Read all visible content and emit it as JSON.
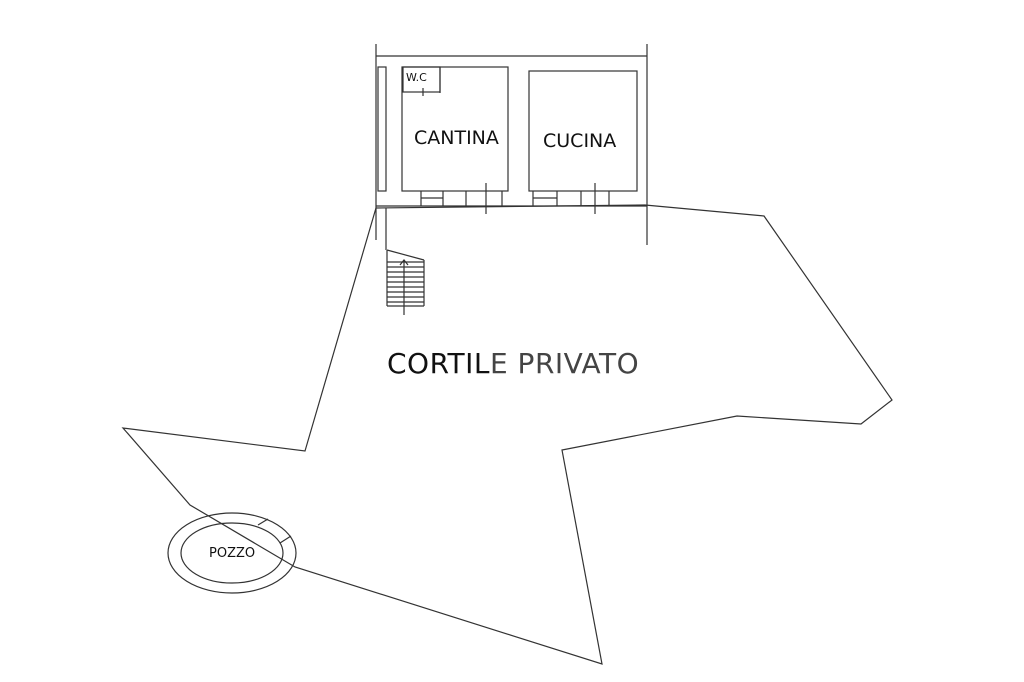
{
  "plan": {
    "rooms": [
      {
        "id": "wc",
        "label": "W.C"
      },
      {
        "id": "cantina",
        "label": "CANTINA"
      },
      {
        "id": "cucina",
        "label": "CUCINA"
      }
    ],
    "courtyard": {
      "label_dark": "CORTIL",
      "label_light": "E PRIVATO"
    },
    "well": {
      "label": "POZZO"
    },
    "colors": {
      "line": "#333333",
      "text": "#111111",
      "background": "#ffffff"
    }
  }
}
